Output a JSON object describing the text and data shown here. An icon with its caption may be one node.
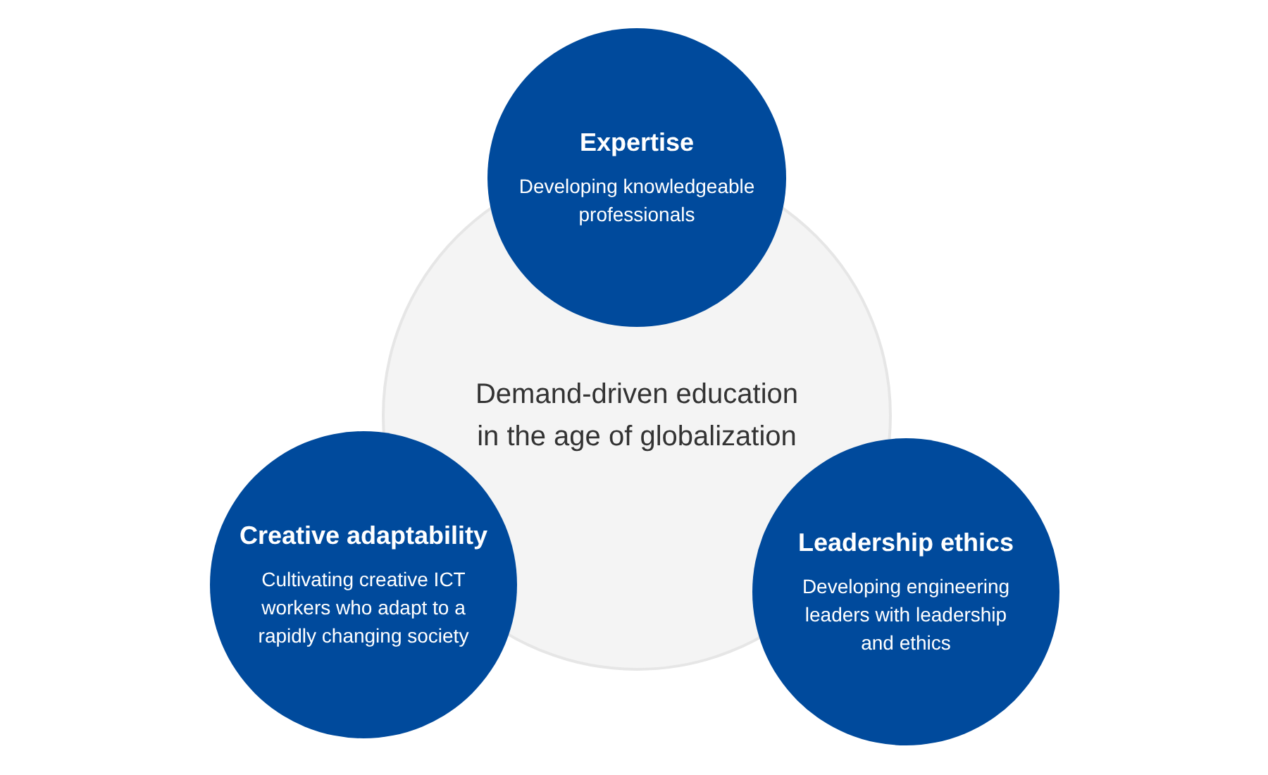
{
  "diagram": {
    "nodes": [
      {
        "text": [
          "Demand-driven education in the age of globalization"
        ]
      },
      {
        "text": [
          "Expertise",
          "Developing knowledgeable professionals"
        ]
      },
      {
        "text": [
          "Creative adaptability",
          "Cultivating creative ICT workers who adapt to a rapidly changing society"
        ]
      },
      {
        "text": [
          "Leadership ethics",
          "Developing engineering leaders with leadership and ethics"
        ]
      }
    ]
  }
}
